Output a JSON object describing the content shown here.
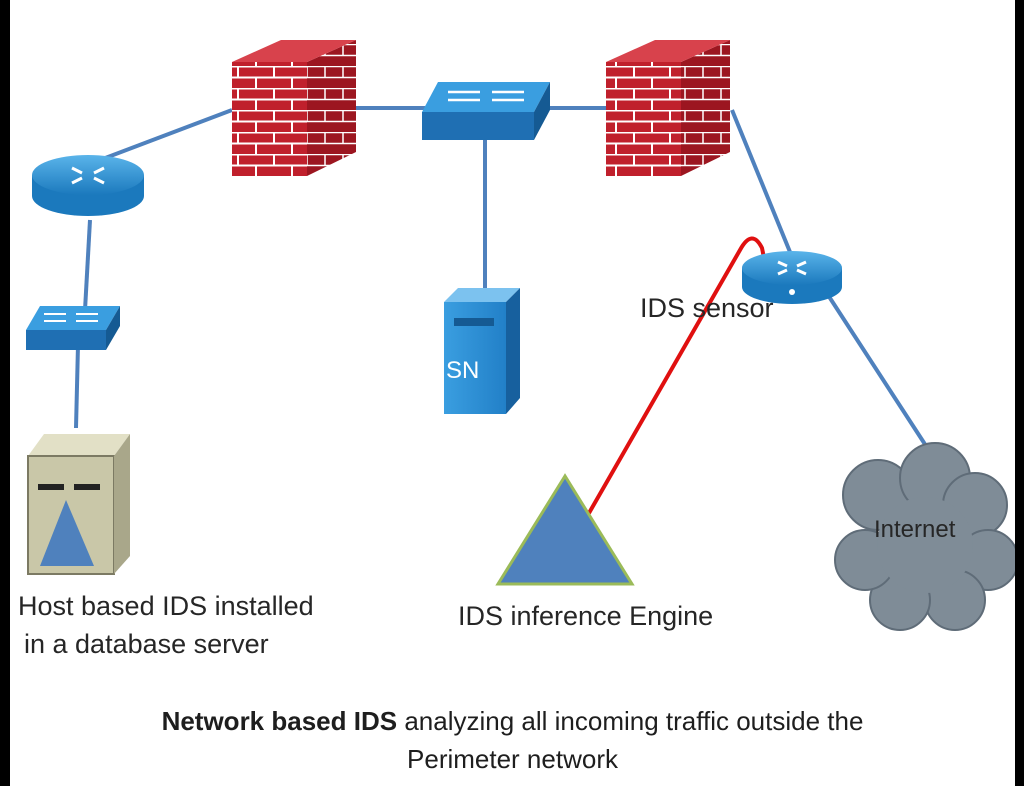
{
  "labels": {
    "host_ids_line1": "Host based IDS installed",
    "host_ids_line2": "in a database server",
    "ids_engine": "IDS inference Engine",
    "ids_sensor": "IDS sensor",
    "server": "SN",
    "internet": "Internet"
  },
  "caption": {
    "bold": "Network based IDS",
    "line1_rest": "analyzing all incoming traffic outside the",
    "line2": "Perimeter network"
  },
  "colors": {
    "link": "#4f81bd",
    "alert_link": "#e01010",
    "firewall": "#c0202c",
    "router": "#2e8fd1",
    "engine": "#4f81bd",
    "engine_outline": "#9bbb59",
    "cloud": "#7f8c97",
    "host_server": "#c9c7a8"
  },
  "icons": [
    "router-icon",
    "firewall-icon",
    "switch-icon",
    "server-icon",
    "host-server-icon",
    "cloud-icon",
    "triangle-icon"
  ]
}
